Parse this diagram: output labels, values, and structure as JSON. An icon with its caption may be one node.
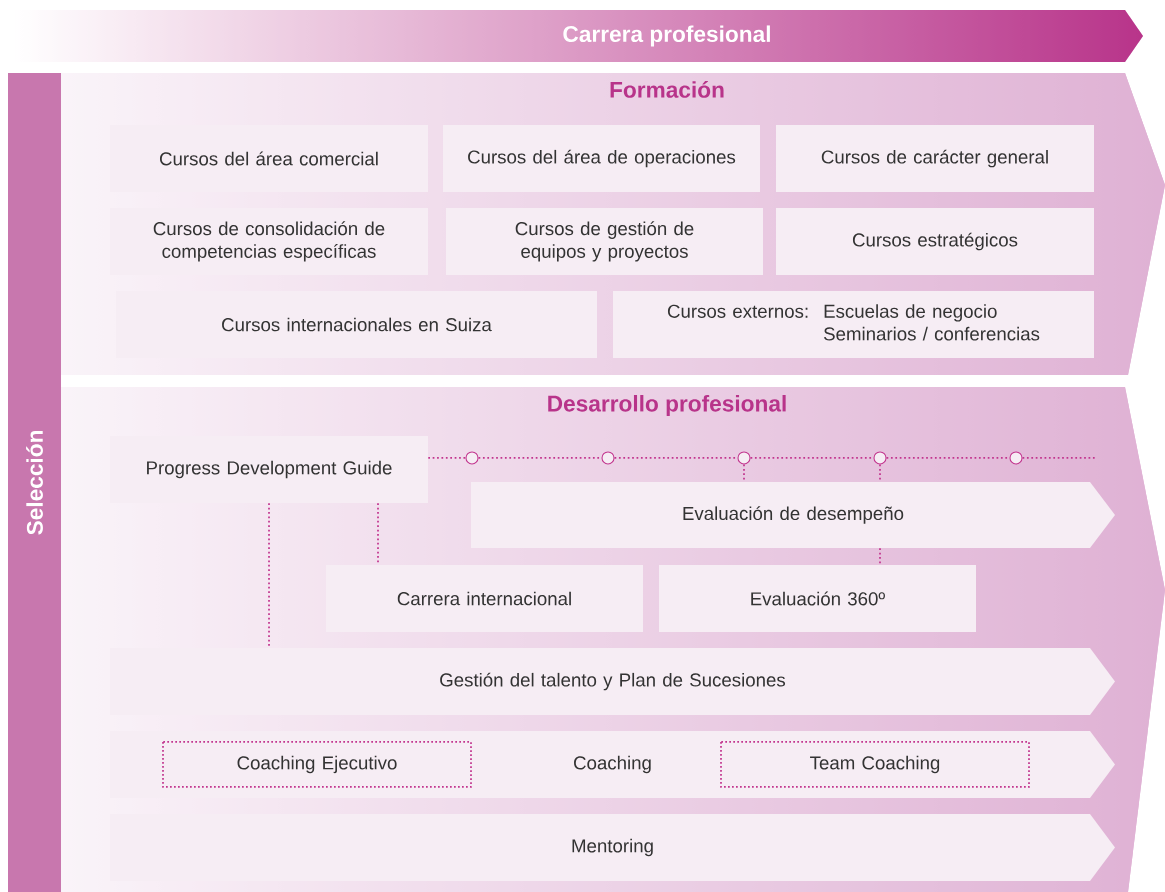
{
  "diagram": {
    "nodes": [
      {
        "text": [
          "Carrera profesional"
        ]
      },
      {
        "text": [
          "Selección"
        ]
      },
      {
        "text": [
          "Formación"
        ]
      },
      {
        "text": [
          "Cursos del área comercial"
        ],
        "in": 2
      },
      {
        "text": [
          "Cursos del área de operaciones"
        ],
        "in": 2
      },
      {
        "text": [
          "Cursos de carácter general"
        ],
        "in": 2
      },
      {
        "text": [
          "Cursos de consolidación de competencias específicas"
        ],
        "in": 2
      },
      {
        "text": [
          "Cursos de gestión de equipos y proyectos"
        ],
        "in": 2
      },
      {
        "text": [
          "Cursos estratégicos"
        ],
        "in": 2
      },
      {
        "text": [
          "Cursos internacionales en Suiza"
        ],
        "in": 2
      },
      {
        "text": [
          "Cursos externos:",
          "Escuelas de negocio",
          "Seminarios / conferencias"
        ],
        "in": 2
      },
      {
        "text": [
          "Desarrollo profesional"
        ]
      },
      {
        "text": [
          "Progress Development Guide"
        ],
        "in": 11
      },
      {
        "text": [],
        "shape": "circle",
        "in": 11
      },
      {
        "text": [],
        "shape": "circle",
        "in": 11
      },
      {
        "text": [],
        "shape": "circle",
        "in": 11
      },
      {
        "text": [],
        "shape": "circle",
        "in": 11
      },
      {
        "text": [],
        "shape": "circle",
        "in": 11
      },
      {
        "text": [
          "Evaluación de desempeño"
        ],
        "in": 11
      },
      {
        "text": [
          "Carrera internacional"
        ],
        "in": 11
      },
      {
        "text": [
          "Evaluación 360º"
        ],
        "in": 11
      },
      {
        "text": [
          "Gestión del talento y Plan de Sucesiones"
        ],
        "in": 11
      },
      {
        "text": [
          "Coaching"
        ],
        "in": 11
      },
      {
        "text": [
          "Coaching Ejecutivo"
        ],
        "in": 22
      },
      {
        "text": [
          "Team Coaching"
        ],
        "in": 22
      },
      {
        "text": [
          "Mentoring"
        ],
        "in": 11
      }
    ],
    "edges": [
      {
        "from": 12,
        "to": 13,
        "arrow": "none"
      },
      {
        "from": 13,
        "to": 14,
        "arrow": "none"
      },
      {
        "from": 14,
        "to": 15,
        "arrow": "none"
      },
      {
        "from": 15,
        "to": 16,
        "arrow": "none"
      },
      {
        "from": 16,
        "to": 17,
        "arrow": "none"
      },
      {
        "from": 17,
        "to": null,
        "arrow": "none"
      },
      {
        "from": 15,
        "to": 18,
        "arrow": "none"
      },
      {
        "from": 16,
        "to": 18,
        "arrow": "none"
      },
      {
        "from": 18,
        "to": 20,
        "arrow": "none"
      },
      {
        "from": 12,
        "to": 19,
        "arrow": "none"
      },
      {
        "from": 12,
        "to": 21,
        "arrow": "none"
      }
    ]
  }
}
